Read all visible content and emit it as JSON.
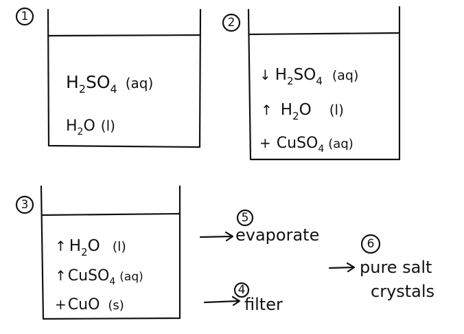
{
  "beakers": [
    {
      "number": "1",
      "lines": [
        {
          "prefix": "",
          "formula": "H",
          "sub1": "2",
          "mid": "SO",
          "sub2": "4",
          "state": "(aq)"
        },
        {
          "prefix": "",
          "formula": "H",
          "sub1": "2",
          "mid": "O",
          "sub2": "",
          "state": "(l)"
        }
      ]
    },
    {
      "number": "2",
      "lines": [
        {
          "prefix": "↓",
          "formula": "H",
          "sub1": "2",
          "mid": "SO",
          "sub2": "4",
          "state": "(aq)"
        },
        {
          "prefix": "↑",
          "formula": "H",
          "sub1": "2",
          "mid": "O",
          "sub2": "",
          "state": "(l)"
        },
        {
          "prefix": "+",
          "formula": "CuSO",
          "sub1": "",
          "mid": "",
          "sub2": "4",
          "state": "(aq)"
        }
      ]
    },
    {
      "number": "3",
      "lines": [
        {
          "prefix": "↑",
          "formula": "H",
          "sub1": "2",
          "mid": "O",
          "sub2": "",
          "state": "(l)"
        },
        {
          "prefix": "↑",
          "formula": "CuSO",
          "sub1": "",
          "mid": "",
          "sub2": "4",
          "state": "(aq)"
        },
        {
          "prefix": "+",
          "formula": "CuO",
          "sub1": "",
          "mid": "",
          "sub2": "",
          "state": "(s)"
        }
      ]
    }
  ],
  "steps": {
    "evaporate": {
      "number": "5",
      "label": "evaporate"
    },
    "filter": {
      "number": "4",
      "label": "filter"
    },
    "result": {
      "number": "6",
      "line1": "pure salt",
      "line2": "crystals"
    }
  }
}
